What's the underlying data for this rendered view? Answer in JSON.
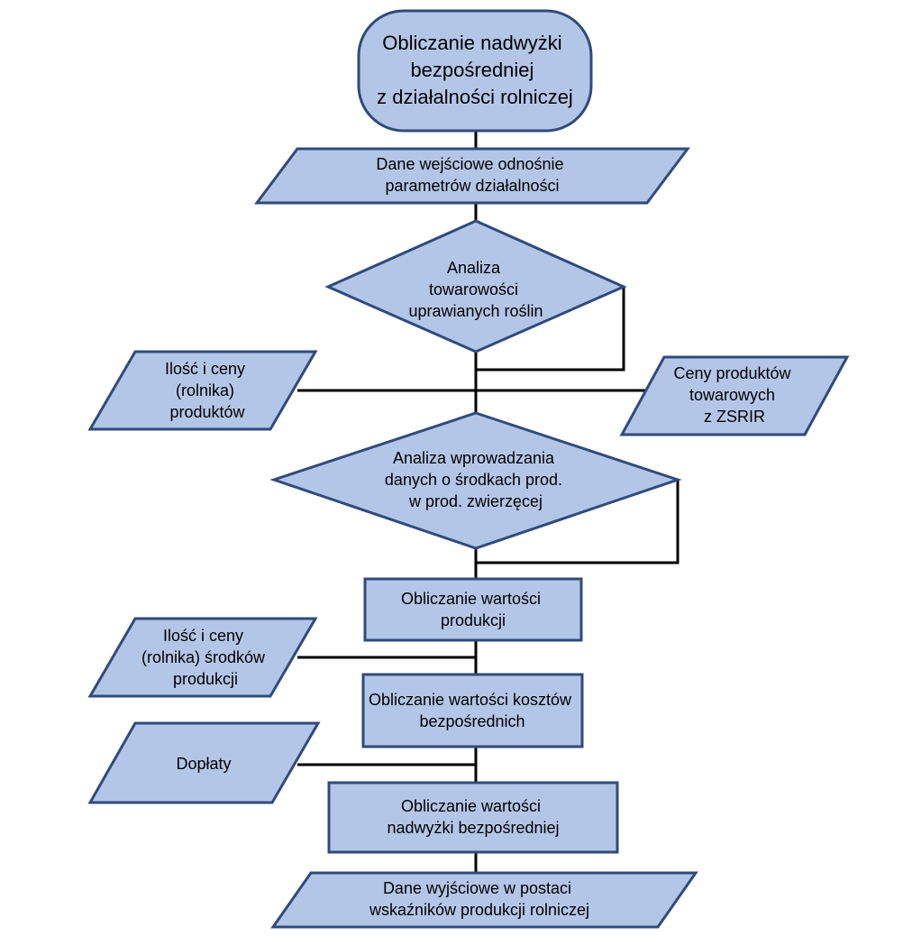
{
  "nodes": {
    "start": [
      "Obliczanie nadwyżki",
      "bezpośredniej",
      "z działalności rolniczej"
    ],
    "input_params": [
      "Dane wejściowe odnośnie",
      "parametrów działalności"
    ],
    "decision_crops": [
      "Analiza",
      "towarowości",
      "uprawianych roślin"
    ],
    "left_input_products": [
      "Ilość i ceny",
      "(rolnika)",
      "produktów"
    ],
    "right_input_prices": [
      "Ceny produktów",
      "towarowych",
      "z ZSRIR"
    ],
    "decision_livestock": [
      "Analiza wprowadzania",
      "danych o środkach prod.",
      "w prod. zwierzęcej"
    ],
    "process_production_value": [
      "Obliczanie wartości",
      "produkcji"
    ],
    "left_input_means": [
      "Ilość i ceny",
      "(rolnika) środków",
      "produkcji"
    ],
    "process_direct_costs": [
      "Obliczanie wartości kosztów",
      "bezpośrednich"
    ],
    "left_input_subsidies": [
      "Dopłaty"
    ],
    "process_surplus": [
      "Obliczanie wartości",
      "nadwyżki bezpośredniej"
    ],
    "output": [
      "Dane wyjściowe w postaci",
      "wskaźników produkcji rolniczej"
    ]
  }
}
